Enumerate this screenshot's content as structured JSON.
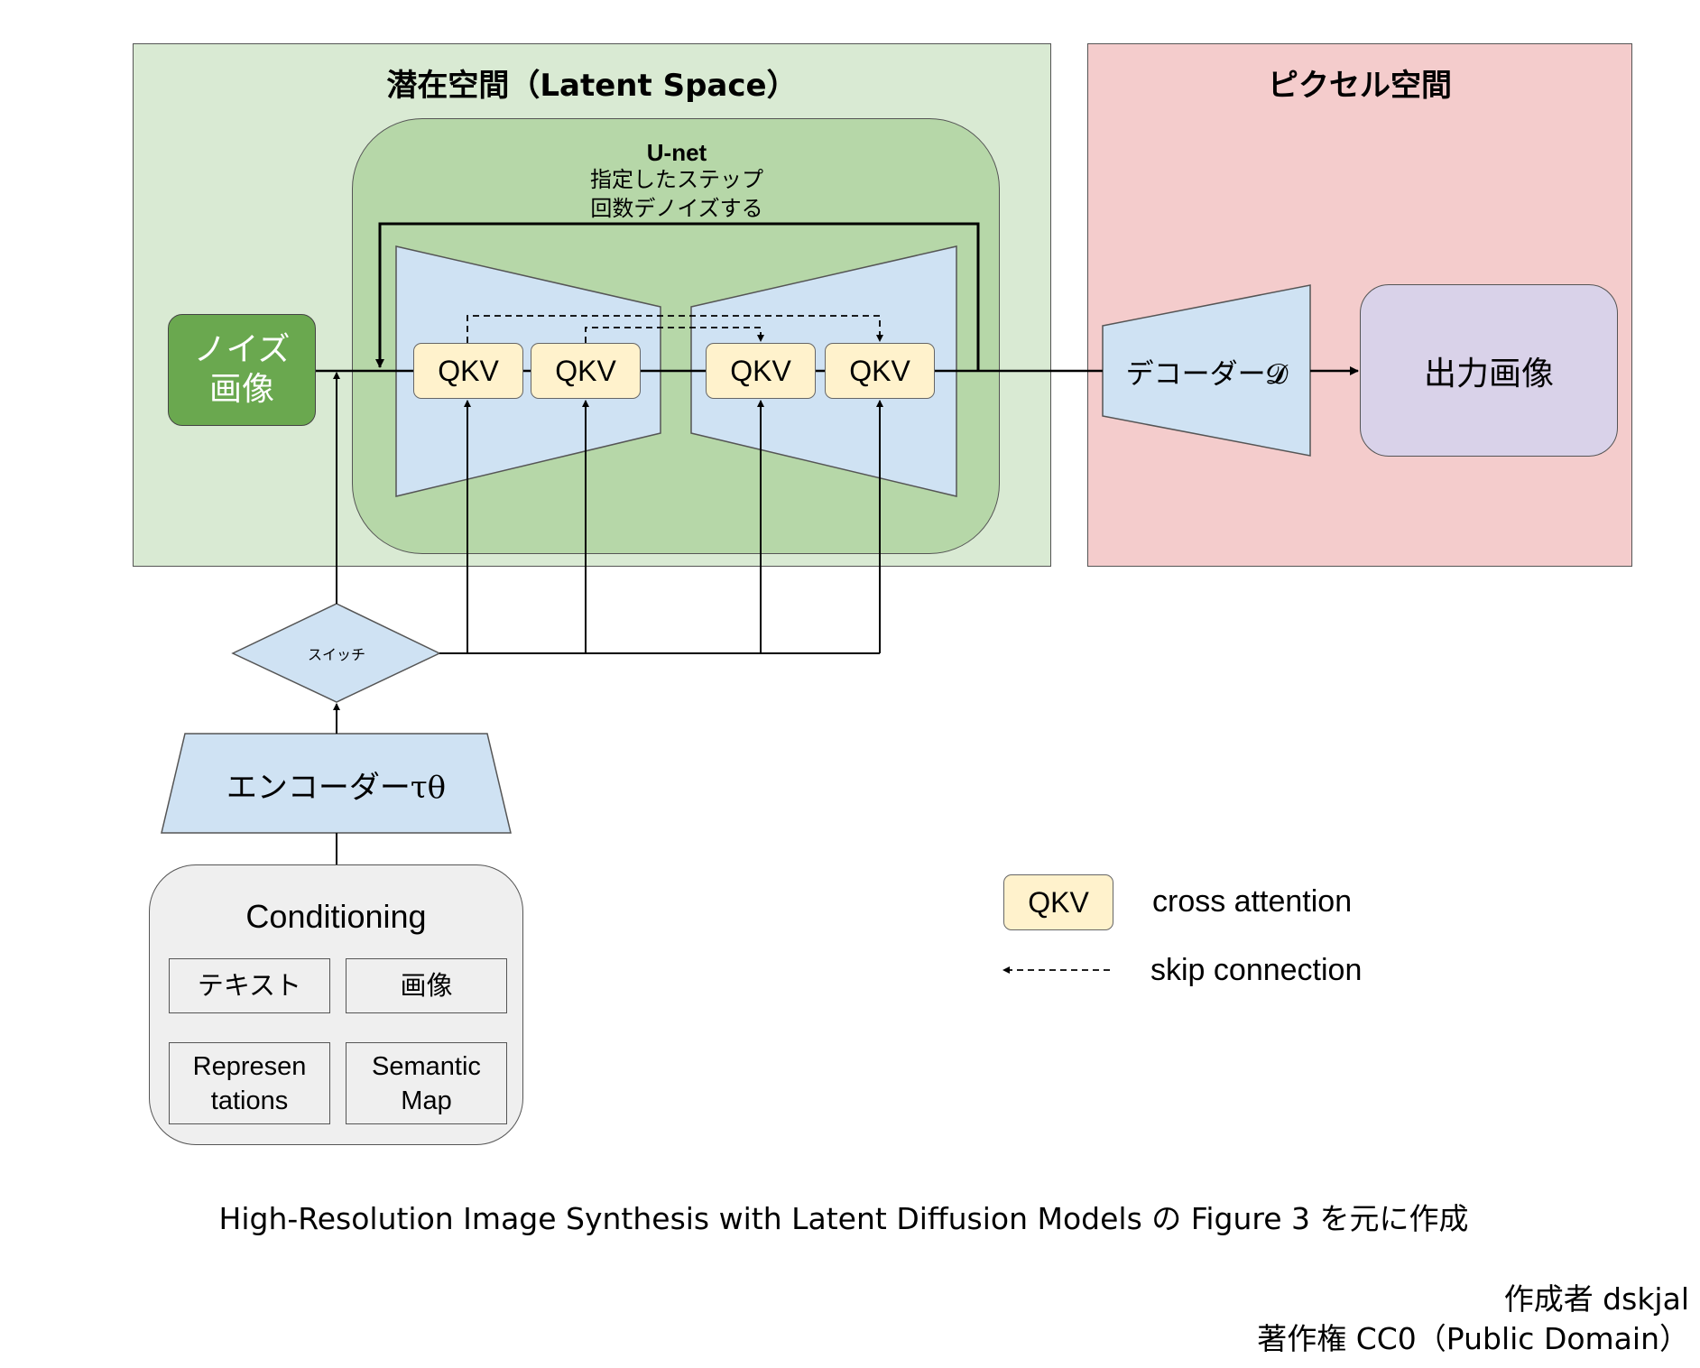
{
  "latent_space": {
    "title": "潜在空間（Latent Space）"
  },
  "pixel_space": {
    "title": "ピクセル空間"
  },
  "unet": {
    "title": "U-net",
    "subtitle_line1": "指定したステップ",
    "subtitle_line2": "回数デノイズする"
  },
  "noise_image": {
    "line1": "ノイズ",
    "line2": "画像"
  },
  "qkv_blocks": [
    "QKV",
    "QKV",
    "QKV",
    "QKV"
  ],
  "decoder": {
    "label": "デコーダー𝓓"
  },
  "output_image": {
    "label": "出力画像"
  },
  "switch": {
    "label": "スイッチ"
  },
  "encoder": {
    "label": "エンコーダーτθ"
  },
  "conditioning": {
    "title": "Conditioning",
    "items": [
      {
        "line1": "テキスト",
        "line2": ""
      },
      {
        "line1": "画像",
        "line2": ""
      },
      {
        "line1": "Represen",
        "line2": "tations"
      },
      {
        "line1": "Semantic",
        "line2": "Map"
      }
    ]
  },
  "legend": {
    "qkv_label": "QKV",
    "cross_attention": "cross attention",
    "skip_connection": "skip connection"
  },
  "caption": "High-Resolution Image Synthesis with Latent Diffusion Models の Figure 3 を元に作成",
  "credits": {
    "author": "作成者 dskjal",
    "license": "著作権 CC0（Public Domain）"
  },
  "colors": {
    "latent_bg": "#d9ead3",
    "pixel_bg": "#f4cccc",
    "unet_bg": "#b6d7a8",
    "trapezoid_blue": "#cfe2f3",
    "qkv_bg": "#fff2cc",
    "noise_green": "#6aa84f",
    "output_purple": "#d9d2e9",
    "conditioning_gray": "#efefef"
  }
}
